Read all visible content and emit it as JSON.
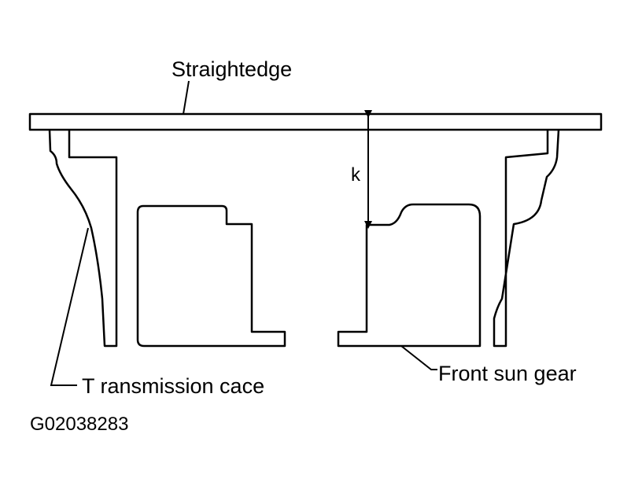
{
  "labels": {
    "straightedge": "Straightedge",
    "dimension": "k",
    "transmission_case": "T ransmission cace",
    "front_sun_gear": "Front sun gear",
    "figure_ref": "G02038283"
  }
}
